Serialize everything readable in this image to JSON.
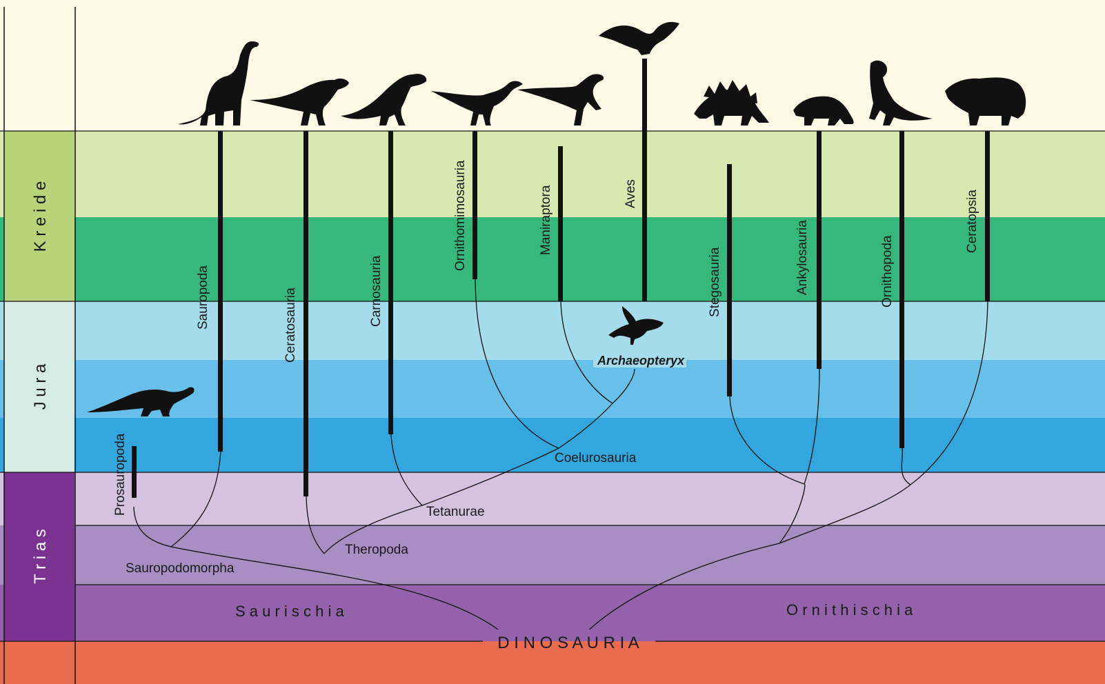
{
  "periods": [
    {
      "id": "kreide",
      "label": "K r e i d e",
      "color": "#b8d47a"
    },
    {
      "id": "jura",
      "label": "J u r a",
      "color": "#d6ebe4"
    },
    {
      "id": "trias",
      "label": "T r i a s",
      "color": "#7a3391"
    }
  ],
  "colors": {
    "top": "#fdf9e6",
    "cret_upper": "#dbe7b0",
    "cret_lower": "#36b87c",
    "jura_upper": "#a4dcec",
    "jura_middle": "#68c0ea",
    "jura_lower": "#33a6dd",
    "trias_upper": "#d4c2df",
    "trias_middle": "#a88ec2",
    "trias_lower": "#9462aa",
    "bottom": "#ea6c50"
  },
  "lineages": [
    {
      "id": "sauropoda",
      "label": "Sauropoda"
    },
    {
      "id": "ceratosauria",
      "label": "Ceratosauria"
    },
    {
      "id": "carnosauria",
      "label": "Carnosauria"
    },
    {
      "id": "ornithomimosauria",
      "label": "Ornithomimosauria"
    },
    {
      "id": "maniraptora",
      "label": "Maniraptora"
    },
    {
      "id": "aves",
      "label": "Aves"
    },
    {
      "id": "stegosauria",
      "label": "Stegosauria"
    },
    {
      "id": "ankylosauria",
      "label": "Ankylosauria"
    },
    {
      "id": "ornithopoda",
      "label": "Ornithopoda"
    },
    {
      "id": "ceratopsia",
      "label": "Ceratopsia"
    },
    {
      "id": "prosauropoda",
      "label": "Prosauropoda"
    }
  ],
  "nodes": {
    "archaeopteryx": "Archaeopteryx",
    "coelurosauria": "Coelurosauria",
    "tetanurae": "Tetanurae",
    "theropoda": "Theropoda",
    "sauropodomorpha": "Sauropodomorpha",
    "saurischia": "S a u r i s c h i a",
    "ornithischia": "O r n i t h i s c h i a",
    "dinosauria": "D I N O S A U R I A"
  },
  "silhouettes": [
    "sauropod-icon",
    "ceratosaur-icon",
    "carnosaur-icon",
    "ornithomimid-icon",
    "maniraptor-icon",
    "bird-icon",
    "stegosaur-icon",
    "ankylosaur-icon",
    "ornithopod-icon",
    "ceratopsian-icon",
    "prosauropod-icon",
    "archaeopteryx-icon"
  ]
}
